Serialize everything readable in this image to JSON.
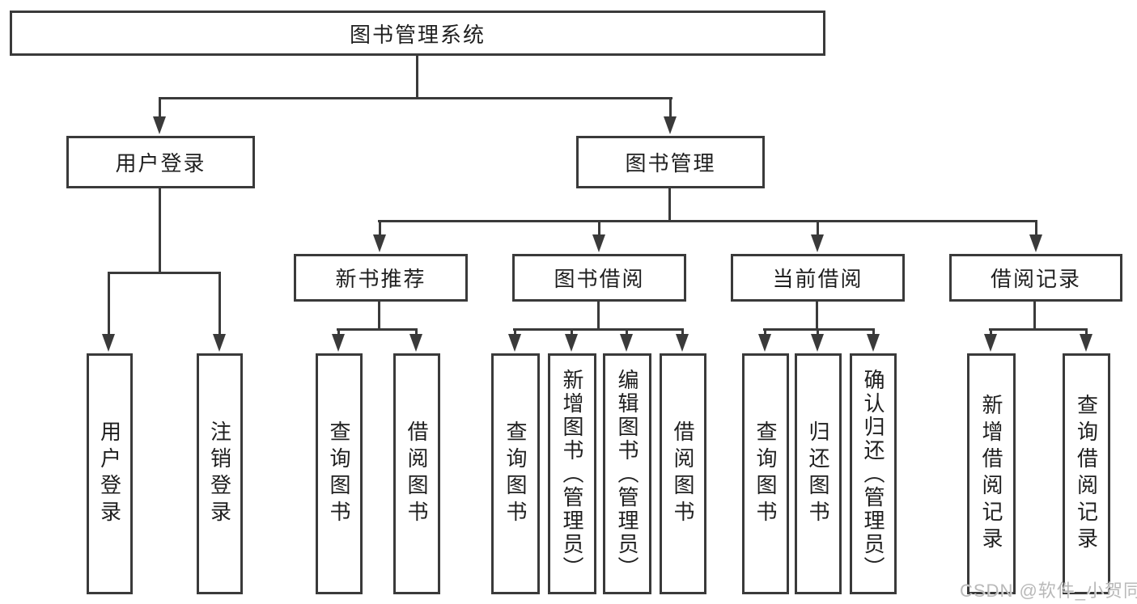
{
  "diagram": {
    "root": {
      "label": "图书管理系统"
    },
    "level2": [
      {
        "id": "user-login",
        "label": "用户登录"
      },
      {
        "id": "book-management",
        "label": "图书管理"
      }
    ],
    "level3": [
      {
        "id": "new-book-recommendation",
        "label": "新书推荐",
        "parent": "图书管理"
      },
      {
        "id": "book-borrowing",
        "label": "图书借阅",
        "parent": "图书管理"
      },
      {
        "id": "current-borrowing",
        "label": "当前借阅",
        "parent": "图书管理"
      },
      {
        "id": "borrowing-records",
        "label": "借阅记录",
        "parent": "图书管理"
      }
    ],
    "leaves": [
      {
        "parent": "用户登录",
        "label": "用户登录"
      },
      {
        "parent": "用户登录",
        "label": "注销登录"
      },
      {
        "parent": "新书推荐",
        "label": "查询图书"
      },
      {
        "parent": "新书推荐",
        "label": "借阅图书"
      },
      {
        "parent": "图书借阅",
        "label": "查询图书"
      },
      {
        "parent": "图书借阅",
        "label": "新增图书（管理员）"
      },
      {
        "parent": "图书借阅",
        "label": "编辑图书（管理员）"
      },
      {
        "parent": "图书借阅",
        "label": "借阅图书"
      },
      {
        "parent": "当前借阅",
        "label": "查询图书"
      },
      {
        "parent": "当前借阅",
        "label": "归还图书"
      },
      {
        "parent": "当前借阅",
        "label": "确认归还（管理员）"
      },
      {
        "parent": "借阅记录",
        "label": "新增借阅记录"
      },
      {
        "parent": "借阅记录",
        "label": "查询借阅记录"
      }
    ]
  },
  "watermark": {
    "text": "CSDN @软件_小贺同学"
  },
  "colors": {
    "line": "#3a3a3a",
    "text": "#1f1f1f",
    "watermark": "#b9b9b9",
    "background": "#ffffff"
  }
}
